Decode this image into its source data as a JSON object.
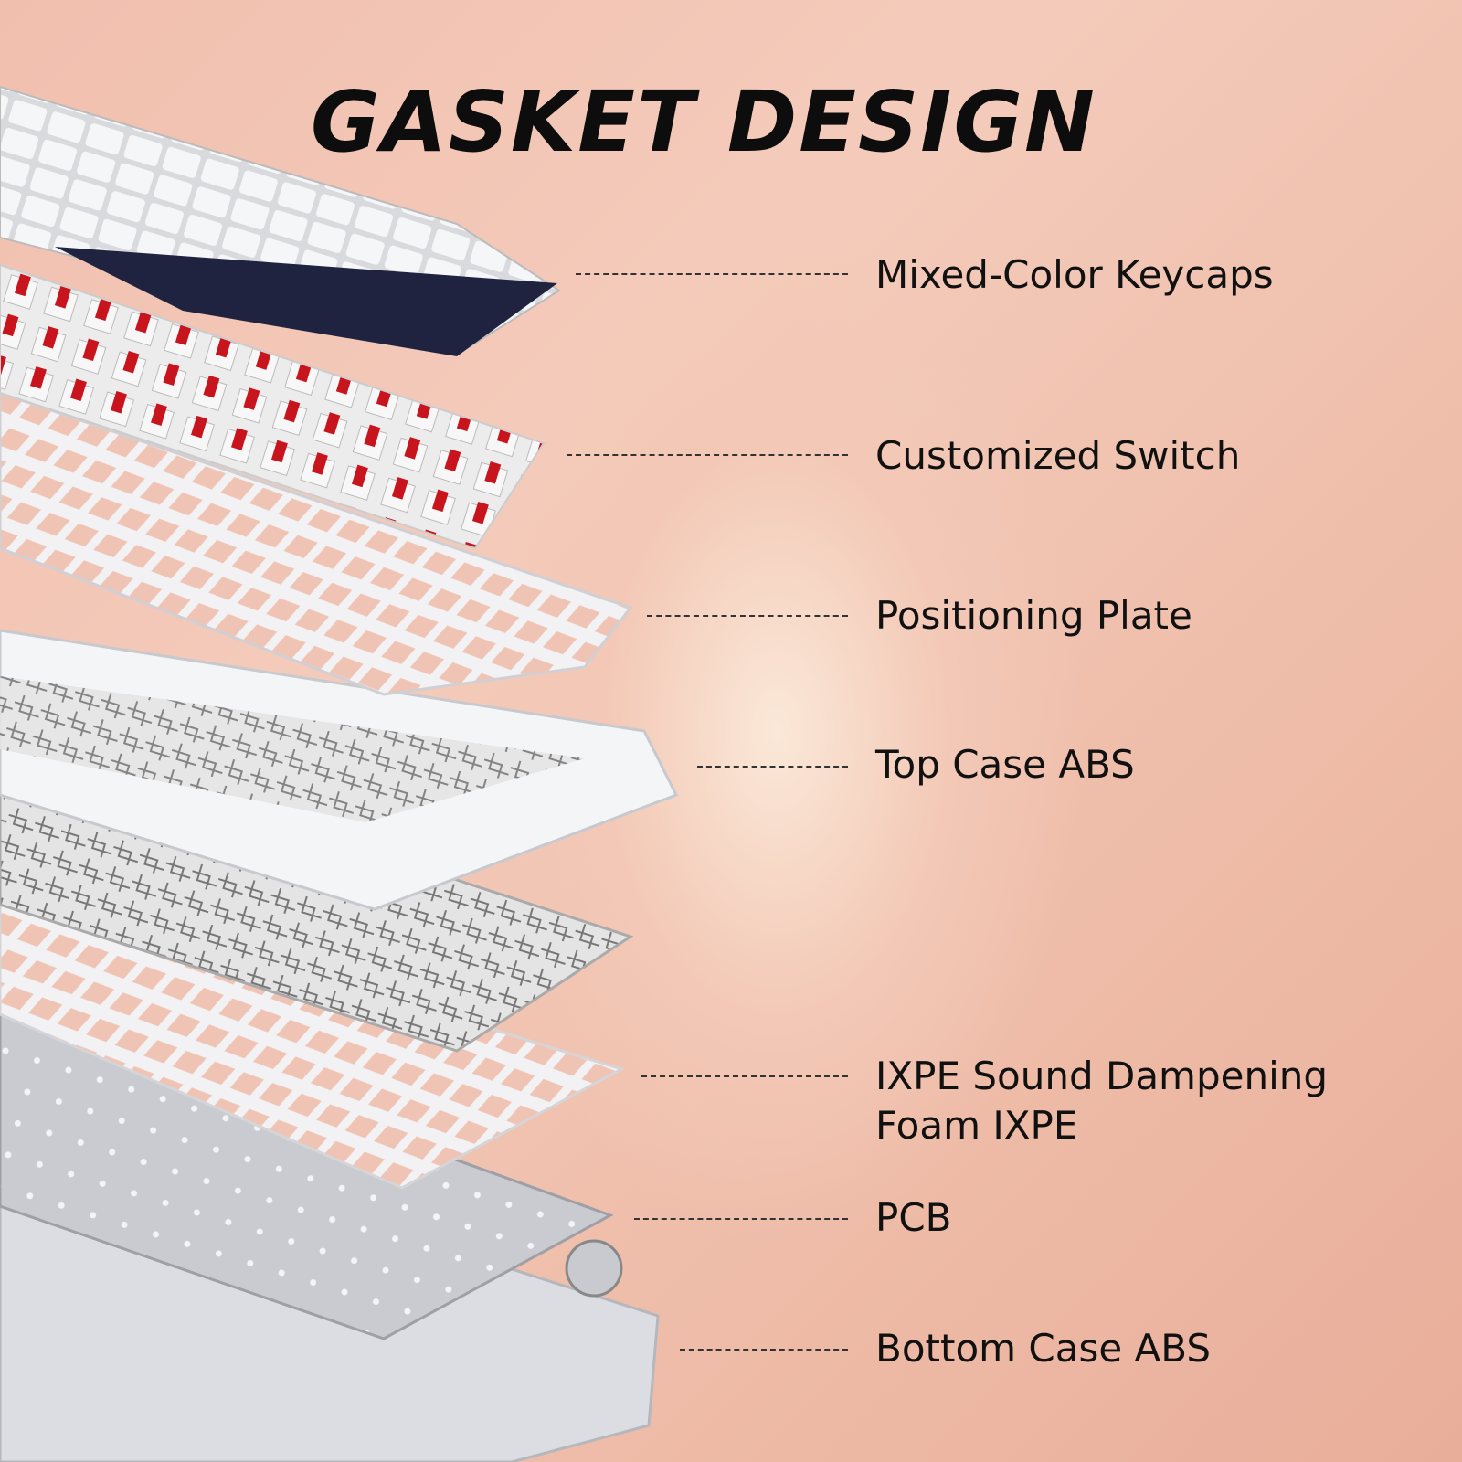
{
  "title": "GASKET DESIGN",
  "labels": {
    "keycaps": "Mixed-Color Keycaps",
    "switch": "Customized Switch",
    "plate": "Positioning Plate",
    "top_case": "Top Case ABS",
    "foam_line1": "IXPE Sound Dampening",
    "foam_line2": "Foam IXPE",
    "pcb": "PCB",
    "bottom_case": "Bottom Case ABS"
  }
}
